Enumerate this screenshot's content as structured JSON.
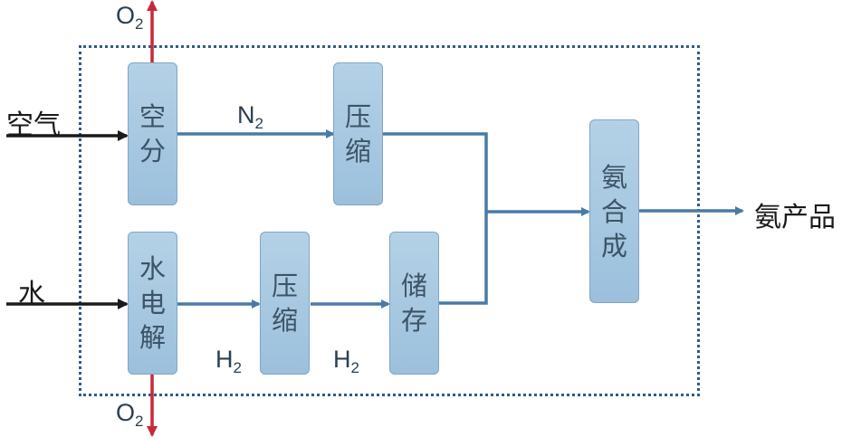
{
  "diagram": {
    "type": "process-flow",
    "boundary": "dotted system boundary",
    "colors": {
      "box_fill_top": "#b4d1e6",
      "box_fill_bottom": "#9cc0dc",
      "box_text": "#3d5366",
      "flow_line": "#4a7aa6",
      "oxygen_line": "#c8283a",
      "input_line": "#1a1a1a",
      "boundary": "#2f5b8a"
    },
    "inputs": {
      "air": "空气",
      "water": "水"
    },
    "output": "氨产品",
    "boxes": {
      "air_separation": [
        "空",
        "分"
      ],
      "n2_compression": [
        "压",
        "缩"
      ],
      "electrolysis": [
        "水",
        "电",
        "解"
      ],
      "h2_compression": [
        "压",
        "缩"
      ],
      "storage": [
        "储",
        "存"
      ],
      "ammonia_synthesis": [
        "氨",
        "合",
        "成"
      ]
    },
    "streams": {
      "o2_top": {
        "base": "O",
        "sub": "2"
      },
      "o2_bottom": {
        "base": "O",
        "sub": "2"
      },
      "n2": {
        "base": "N",
        "sub": "2"
      },
      "h2_a": {
        "base": "H",
        "sub": "2"
      },
      "h2_b": {
        "base": "H",
        "sub": "2"
      }
    },
    "edges": [
      {
        "from": "空气",
        "to": "空分"
      },
      {
        "from": "空分",
        "to": "O2",
        "direction": "up"
      },
      {
        "from": "空分",
        "to": "压缩 (N2)",
        "label": "N2"
      },
      {
        "from": "水",
        "to": "水电解"
      },
      {
        "from": "水电解",
        "to": "O2",
        "direction": "down"
      },
      {
        "from": "水电解",
        "to": "压缩 (H2)",
        "label": "H2"
      },
      {
        "from": "压缩 (H2)",
        "to": "储存",
        "label": "H2"
      },
      {
        "from": "压缩 (N2)",
        "to": "氨合成"
      },
      {
        "from": "储存",
        "to": "氨合成"
      },
      {
        "from": "氨合成",
        "to": "氨产品"
      }
    ]
  }
}
